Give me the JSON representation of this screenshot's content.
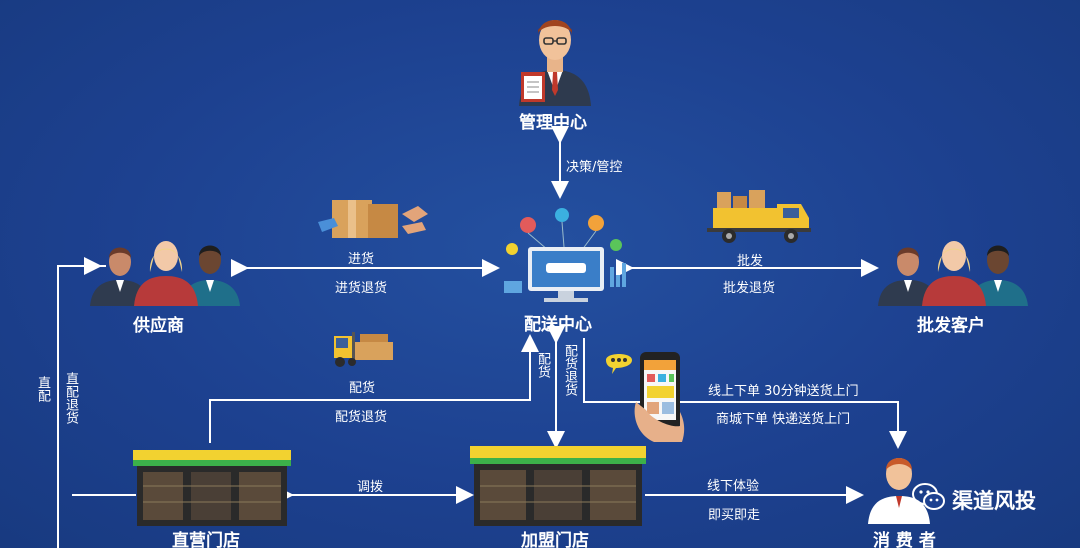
{
  "nodes": {
    "management": "管理中心",
    "distribution": "配送中心",
    "supplier": "供应商",
    "wholesale_client": "批发客户",
    "direct_store": "直营门店",
    "franchise_store": "加盟门店",
    "consumer": "消 费 者"
  },
  "labels": {
    "decision": "决策/管控",
    "stock_in": "进货",
    "stock_in_return": "进货退货",
    "wholesale": "批发",
    "wholesale_return": "批发退货",
    "allocation": "配货",
    "allocation_return": "配货退货",
    "allocation_v": "配货",
    "allocation_return_v": "配货退货",
    "direct_alloc": "直配",
    "direct_alloc_return": "直配退货",
    "transfer": "调拨",
    "online_order": "线上下单 30分钟送货上门",
    "mall_order": "商城下单 快递送货上门",
    "offline_experience": "线下体验",
    "buy_and_go": "即买即走"
  },
  "watermark": "渠道风投",
  "colors": {
    "background": "#1d4190",
    "line": "#ffffff",
    "accent_yellow": "#f2d230",
    "store_green": "#3cb04a"
  }
}
